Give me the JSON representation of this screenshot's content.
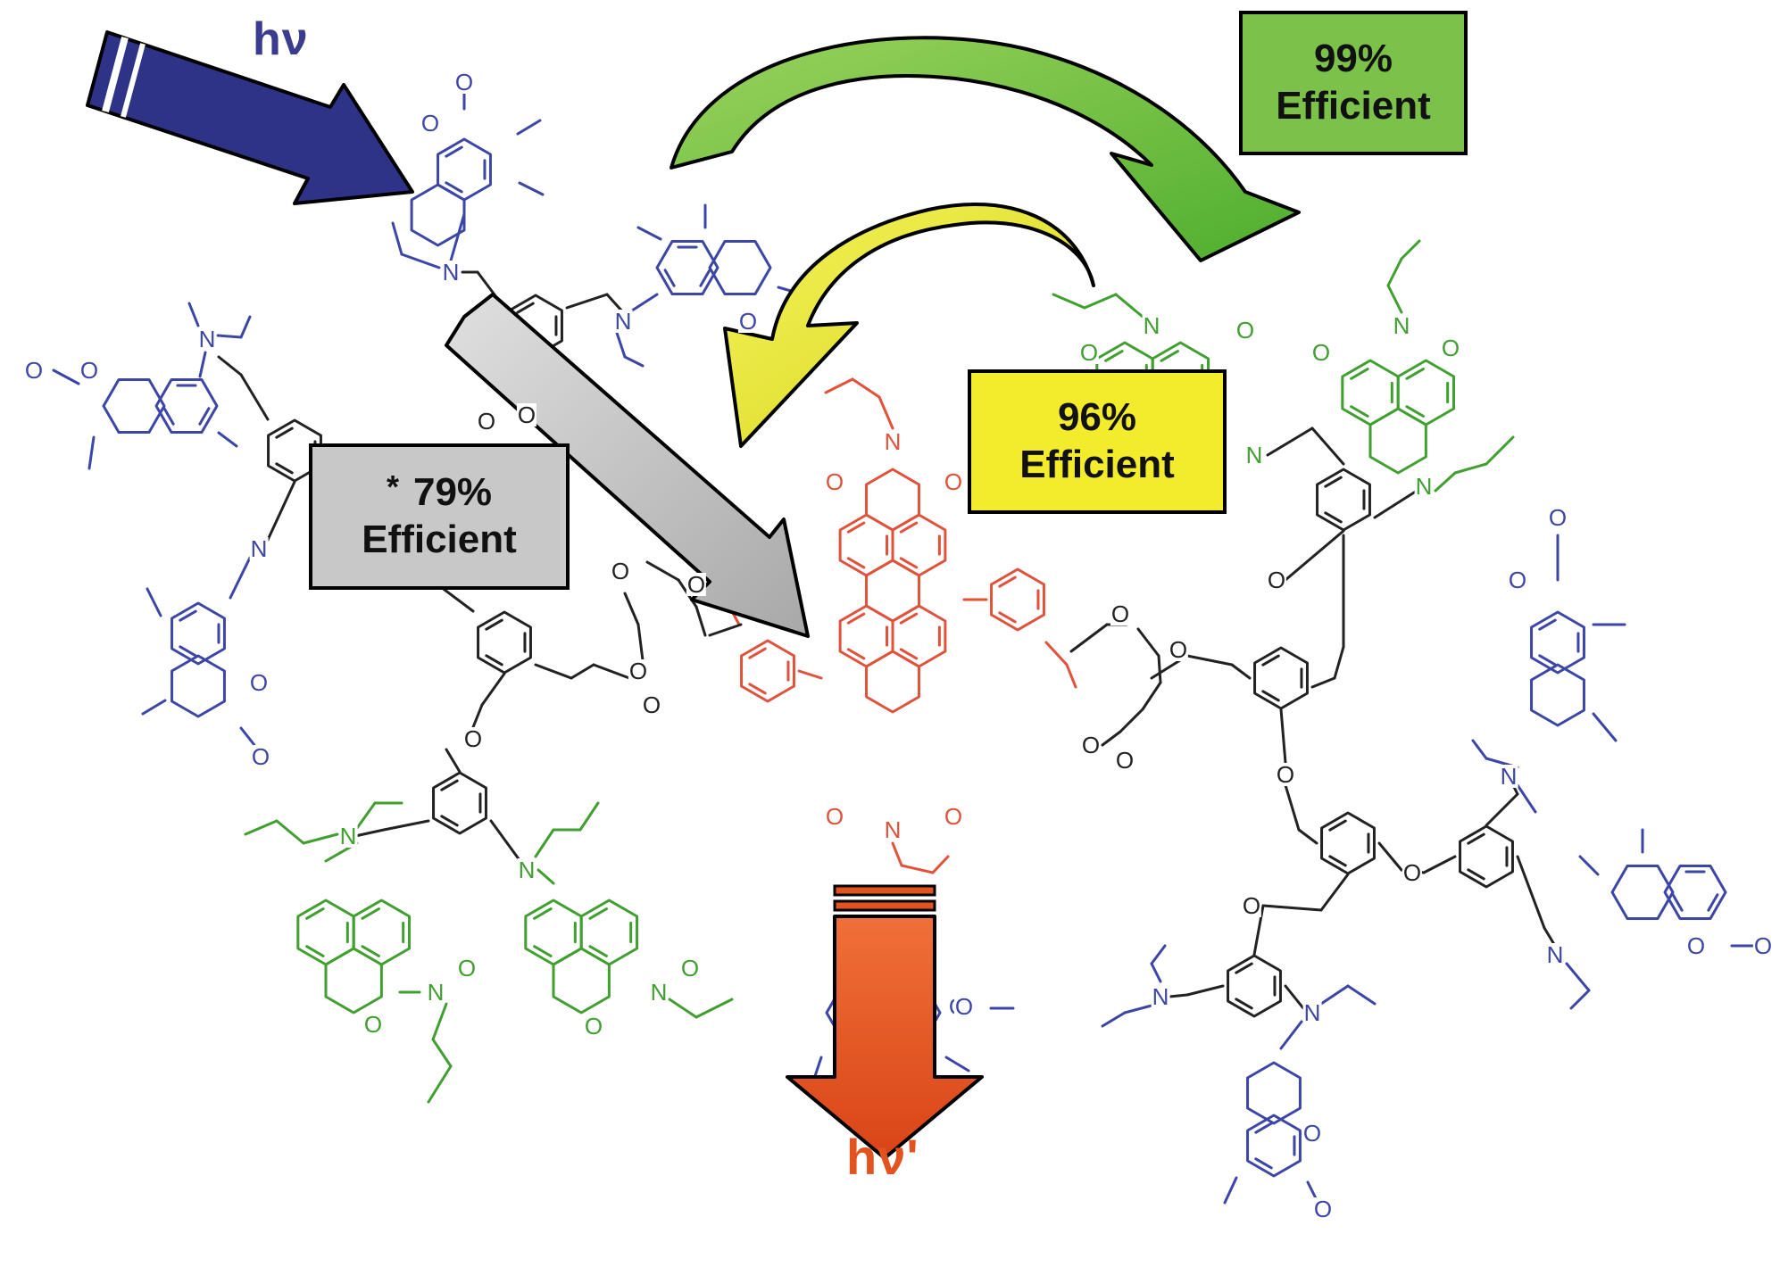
{
  "labels": {
    "incident_light": "hν",
    "emitted_light": "hν'"
  },
  "efficiency_boxes": [
    {
      "id": "green",
      "prefix": "",
      "percent": "99%",
      "word": "Efficient",
      "color": "#7cc24a"
    },
    {
      "id": "yellow",
      "prefix": "",
      "percent": "96%",
      "word": "Efficient",
      "color": "#f3ec2c"
    },
    {
      "id": "gray",
      "prefix": "*",
      "percent": "79%",
      "word": "Efficient",
      "color": "#c8c8c8"
    }
  ],
  "colors": {
    "coumarin": "#3b46a6",
    "naphthalimide": "#3f9f2f",
    "perylene": "#e0523a",
    "linker": "#222222",
    "arrow_incident": "#2e3387",
    "arrow_green": "#6cbf3c",
    "arrow_yellow": "#e6e62a",
    "arrow_gray": "#c8c8c8",
    "arrow_emission": "#e2531f"
  },
  "atoms": {
    "oxygen": "O",
    "nitrogen": "N"
  }
}
